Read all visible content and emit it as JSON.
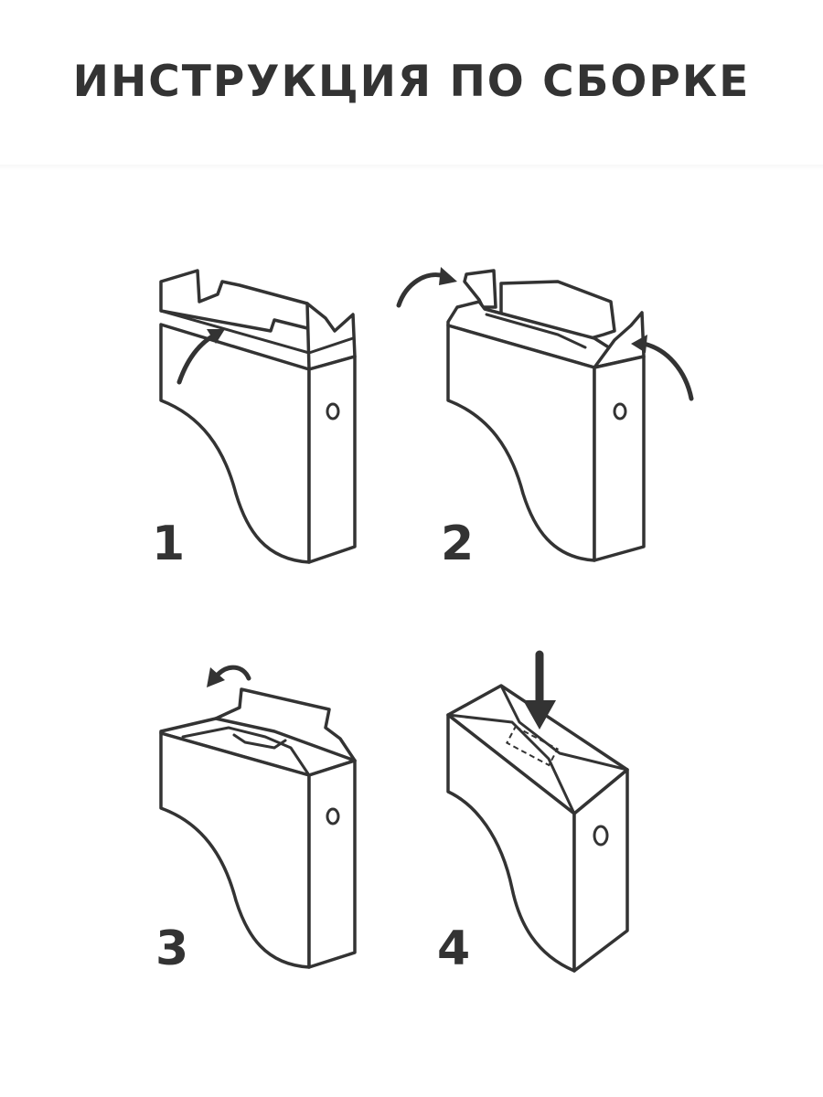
{
  "title": "ИНСТРУКЦИЯ ПО СБОРКЕ",
  "steps": [
    {
      "number": "1"
    },
    {
      "number": "2"
    },
    {
      "number": "3"
    },
    {
      "number": "4"
    }
  ],
  "colors": {
    "ink": "#333333",
    "background": "#ffffff"
  }
}
